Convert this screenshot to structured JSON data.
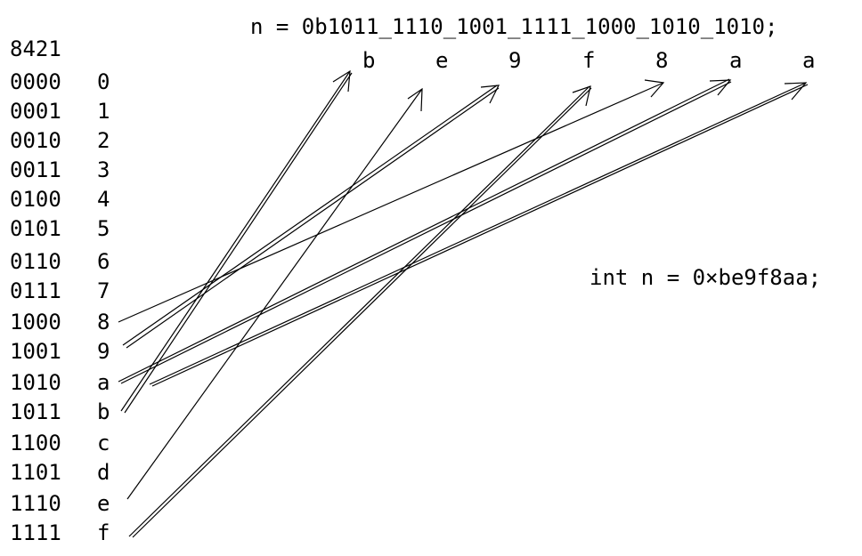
{
  "binary_literal": "n = 0b1011_1110_1001_1111_1000_1010_1010;",
  "column_header": "8421",
  "int_literal": "int n = 0×be9f8aa;",
  "table": [
    {
      "bits": "0000",
      "hex": "0"
    },
    {
      "bits": "0001",
      "hex": "1"
    },
    {
      "bits": "0010",
      "hex": "2"
    },
    {
      "bits": "0011",
      "hex": "3"
    },
    {
      "bits": "0100",
      "hex": "4"
    },
    {
      "bits": "0101",
      "hex": "5"
    },
    {
      "bits": "0110",
      "hex": "6"
    },
    {
      "bits": "0111",
      "hex": "7"
    },
    {
      "bits": "1000",
      "hex": "8"
    },
    {
      "bits": "1001",
      "hex": "9"
    },
    {
      "bits": "1010",
      "hex": "a"
    },
    {
      "bits": "1011",
      "hex": "b"
    },
    {
      "bits": "1100",
      "hex": "c"
    },
    {
      "bits": "1101",
      "hex": "d"
    },
    {
      "bits": "1110",
      "hex": "e"
    },
    {
      "bits": "1111",
      "hex": "f"
    }
  ],
  "hex_digits": [
    "b",
    "e",
    "9",
    "f",
    "8",
    "a",
    "a"
  ]
}
